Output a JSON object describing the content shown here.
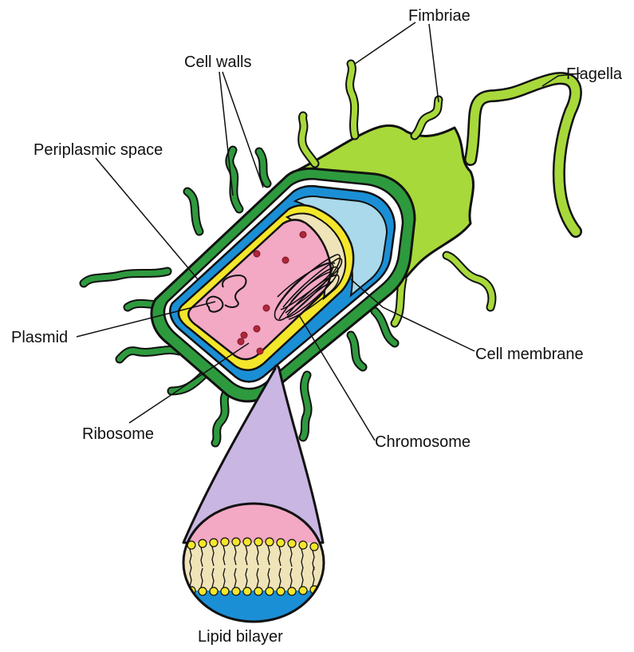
{
  "labels": {
    "fimbriae": "Fimbriae",
    "flagella": "Flagella",
    "cell_walls": "Cell walls",
    "periplasmic_space": "Periplasmic space",
    "plasmid": "Plasmid",
    "cell_membrane": "Cell membrane",
    "ribosome": "Ribosome",
    "chromosome": "Chromosome",
    "lipid_bilayer": "Lipid bilayer"
  },
  "colors": {
    "outer_capsule": "#a8d93a",
    "cell_wall": "#2e9a3e",
    "periplasm": "#a9d9ea",
    "membrane_blue": "#1b8fd6",
    "membrane_yellow": "#f4e62a",
    "nucleoid_cream": "#efe3b8",
    "cytoplasm": "#f3a8c4",
    "ribosome": "#b0263a",
    "zoom_cone": "#c9b6e3",
    "outline": "#111111"
  }
}
